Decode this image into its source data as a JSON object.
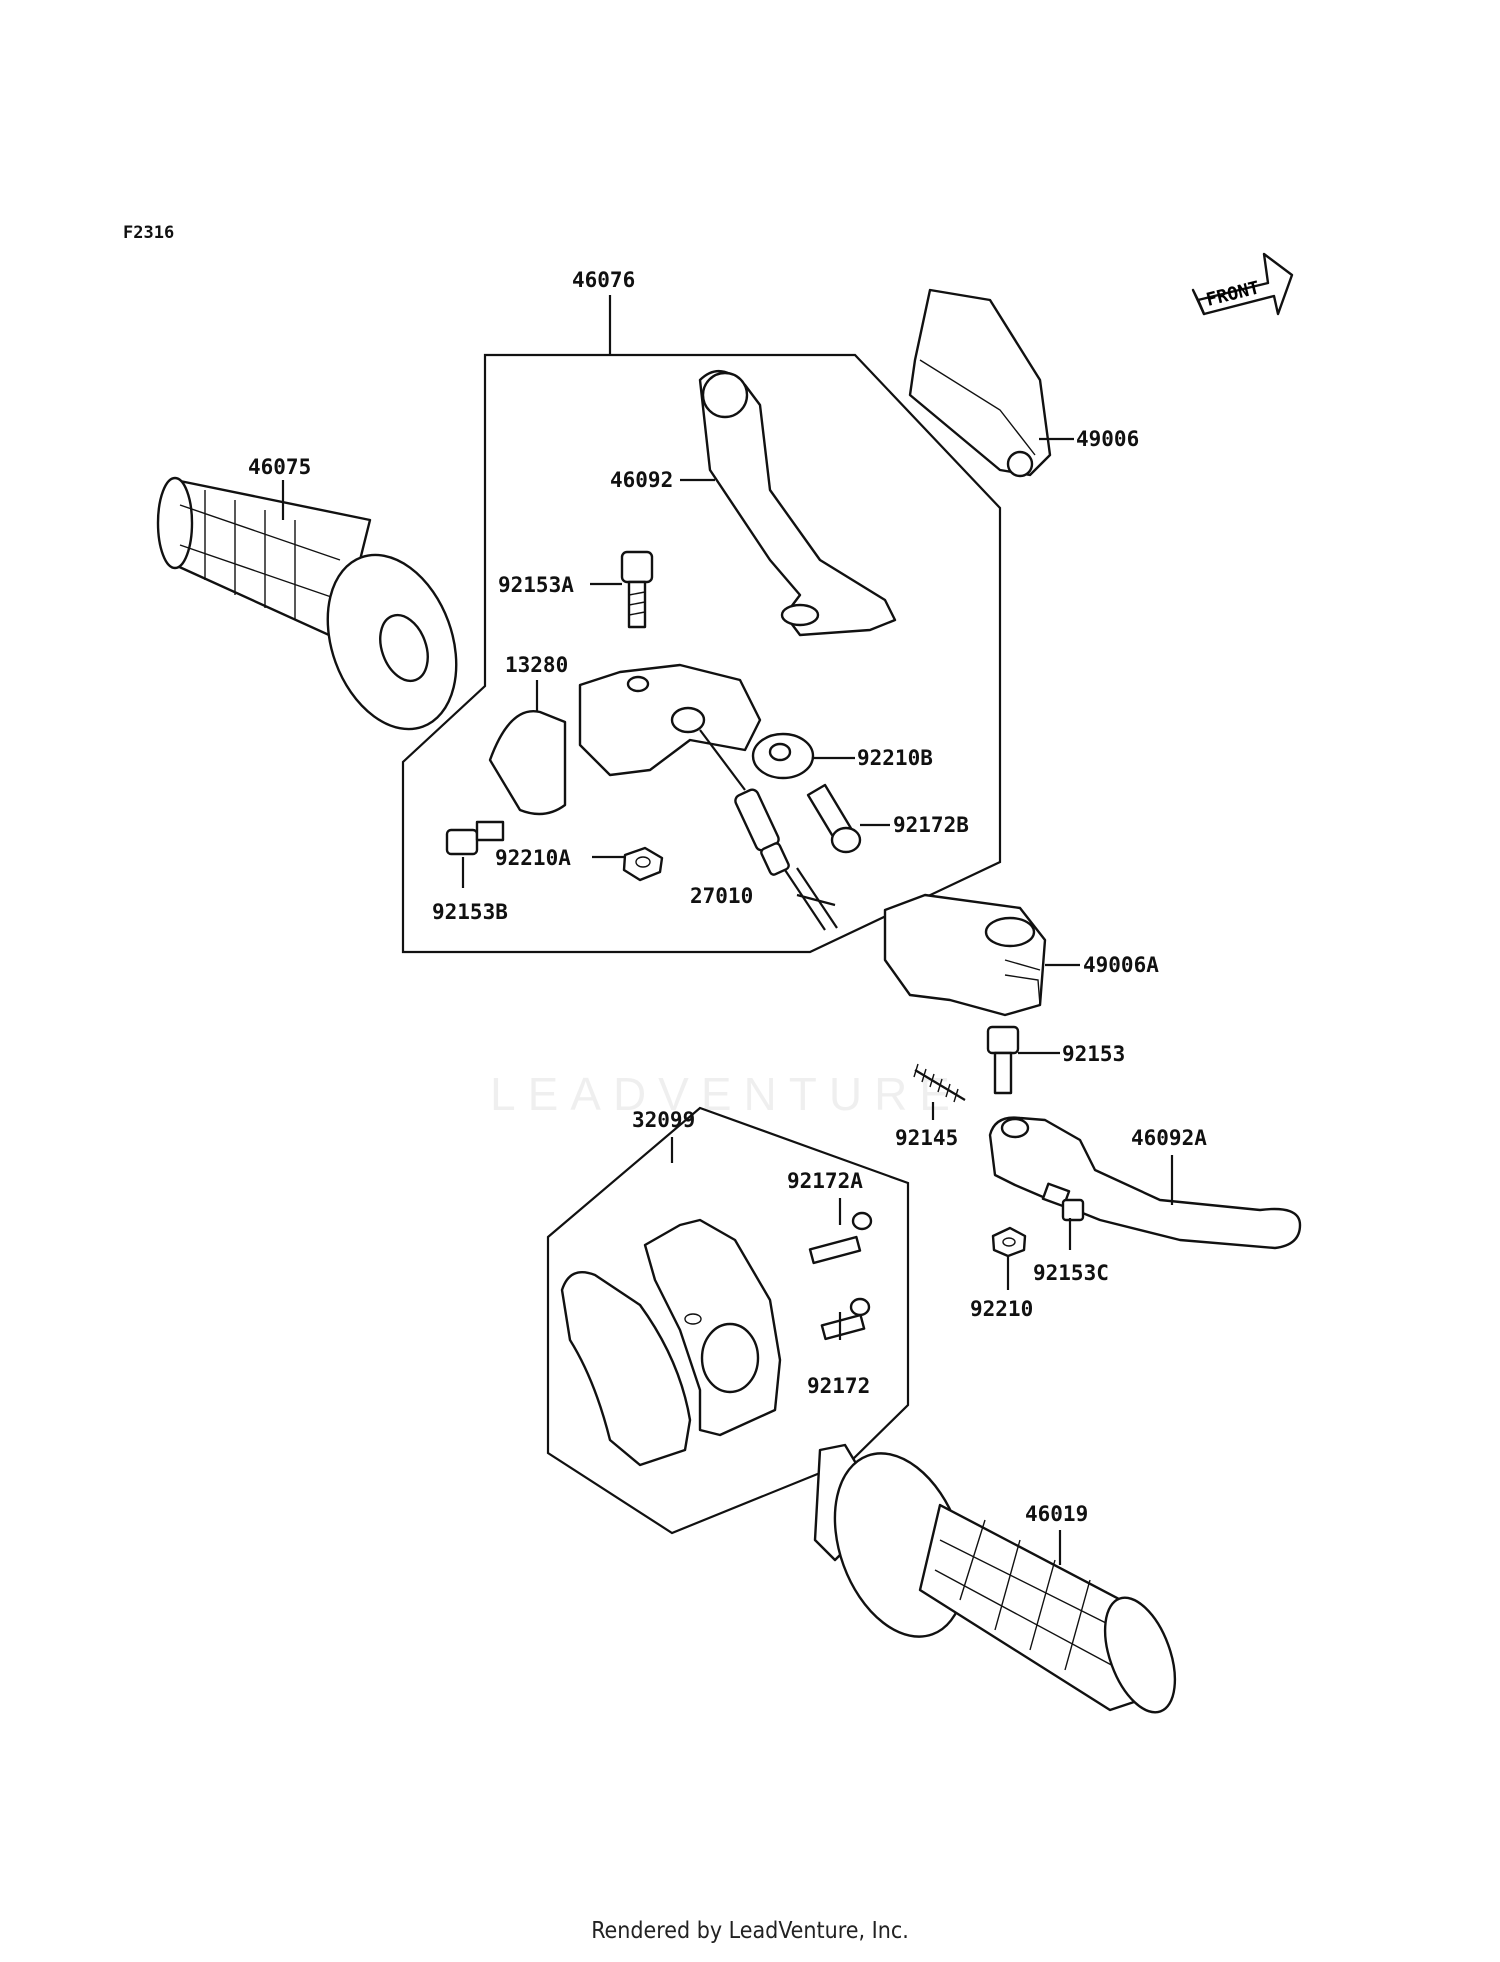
{
  "figure": {
    "code": "F2316"
  },
  "front_marker": {
    "label": "FRONT"
  },
  "watermark": {
    "text": "LEADVENTURE"
  },
  "footer": {
    "text": "Rendered by LeadVenture, Inc."
  },
  "parts": [
    {
      "id": "46076",
      "label": "46076"
    },
    {
      "id": "49006",
      "label": "49006"
    },
    {
      "id": "46075",
      "label": "46075"
    },
    {
      "id": "46092",
      "label": "46092"
    },
    {
      "id": "92153A",
      "label": "92153A"
    },
    {
      "id": "13280",
      "label": "13280"
    },
    {
      "id": "92210B",
      "label": "92210B"
    },
    {
      "id": "92172B",
      "label": "92172B"
    },
    {
      "id": "92210A",
      "label": "92210A"
    },
    {
      "id": "92153B",
      "label": "92153B"
    },
    {
      "id": "27010",
      "label": "27010"
    },
    {
      "id": "49006A",
      "label": "49006A"
    },
    {
      "id": "92153",
      "label": "92153"
    },
    {
      "id": "92145",
      "label": "92145"
    },
    {
      "id": "46092A",
      "label": "46092A"
    },
    {
      "id": "32099",
      "label": "32099"
    },
    {
      "id": "92172A",
      "label": "92172A"
    },
    {
      "id": "92153C",
      "label": "92153C"
    },
    {
      "id": "92210",
      "label": "92210"
    },
    {
      "id": "92172",
      "label": "92172"
    },
    {
      "id": "46019",
      "label": "46019"
    }
  ]
}
